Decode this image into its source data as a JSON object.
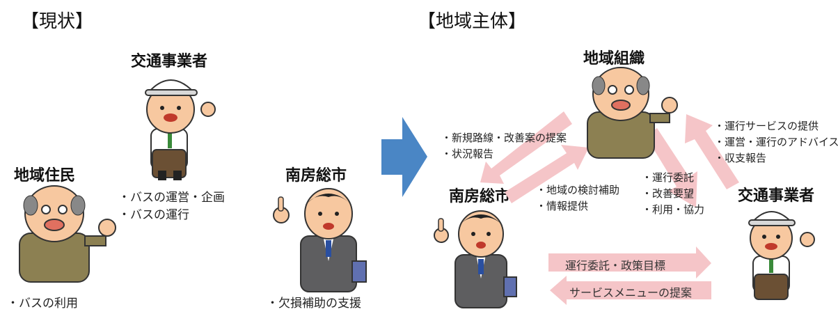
{
  "current": {
    "header": "【現状】",
    "operator": {
      "title": "交通事業者",
      "notes": [
        "・バスの運営・企画",
        "・バスの運行"
      ]
    },
    "residents": {
      "title": "地域住民",
      "notes": [
        "・バスの利用"
      ]
    },
    "city": {
      "title": "南房総市",
      "notes": [
        "・欠損補助の支援"
      ]
    }
  },
  "future": {
    "header": "【地域主体】",
    "org": {
      "title": "地域組織"
    },
    "city": {
      "title": "南房総市"
    },
    "operator": {
      "title": "交通事業者"
    },
    "notes_org_to_city": [
      "・新規路線・改善案の提案",
      "・状況報告"
    ],
    "notes_city_to_org": [
      "・地域の検討補助",
      "・情報提供"
    ],
    "notes_org_to_operator": [
      "・運行委託",
      "・改善要望",
      "・利用・協力"
    ],
    "notes_operator_to_org": [
      "・運行サービスの提供",
      "・運営・運行のアドバイス",
      "・収支報告"
    ],
    "arrow_city_to_operator": "運行委託・政策目標",
    "arrow_operator_to_city": "サービスメニューの提案"
  },
  "colors": {
    "flow_arrow": "#f5c5c8",
    "transition_arrow": "#4a86c5",
    "jacket_olive": "#8c8052",
    "suit_gray": "#5e5e60",
    "skin": "#f7c8a0"
  }
}
